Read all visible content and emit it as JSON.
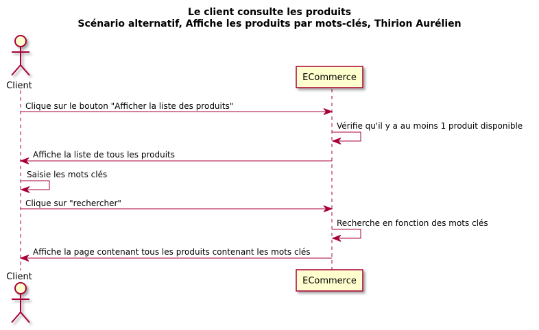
{
  "title": {
    "line1": "Le client consulte les produits",
    "line2": "Scénario alternatif, Affiche les produits par mots-clés,   Thirion Aurélien"
  },
  "participants": {
    "client": {
      "label": "Client",
      "kind": "actor"
    },
    "ecommerce": {
      "label": "ECommerce",
      "kind": "participant"
    }
  },
  "messages": [
    {
      "from": "client",
      "to": "ecommerce",
      "text": "Clique sur le bouton \"Afficher la liste des produits\""
    },
    {
      "from": "ecommerce",
      "to": "ecommerce",
      "text": "Vérifie qu'il y a au moins 1 produit disponible"
    },
    {
      "from": "ecommerce",
      "to": "client",
      "text": "Affiche la liste de tous les produits"
    },
    {
      "from": "client",
      "to": "client",
      "text": "Saisie les mots clés"
    },
    {
      "from": "client",
      "to": "ecommerce",
      "text": "Clique sur \"rechercher\""
    },
    {
      "from": "ecommerce",
      "to": "ecommerce",
      "text": "Recherche en fonction des mots clés"
    },
    {
      "from": "ecommerce",
      "to": "client",
      "text": "Affiche la page contenant tous les produits contenant les mots clés"
    }
  ],
  "colors": {
    "line": "#A80036",
    "fill": "#FEFECE",
    "shadow": "#C8C8C8",
    "text": "#000000"
  }
}
